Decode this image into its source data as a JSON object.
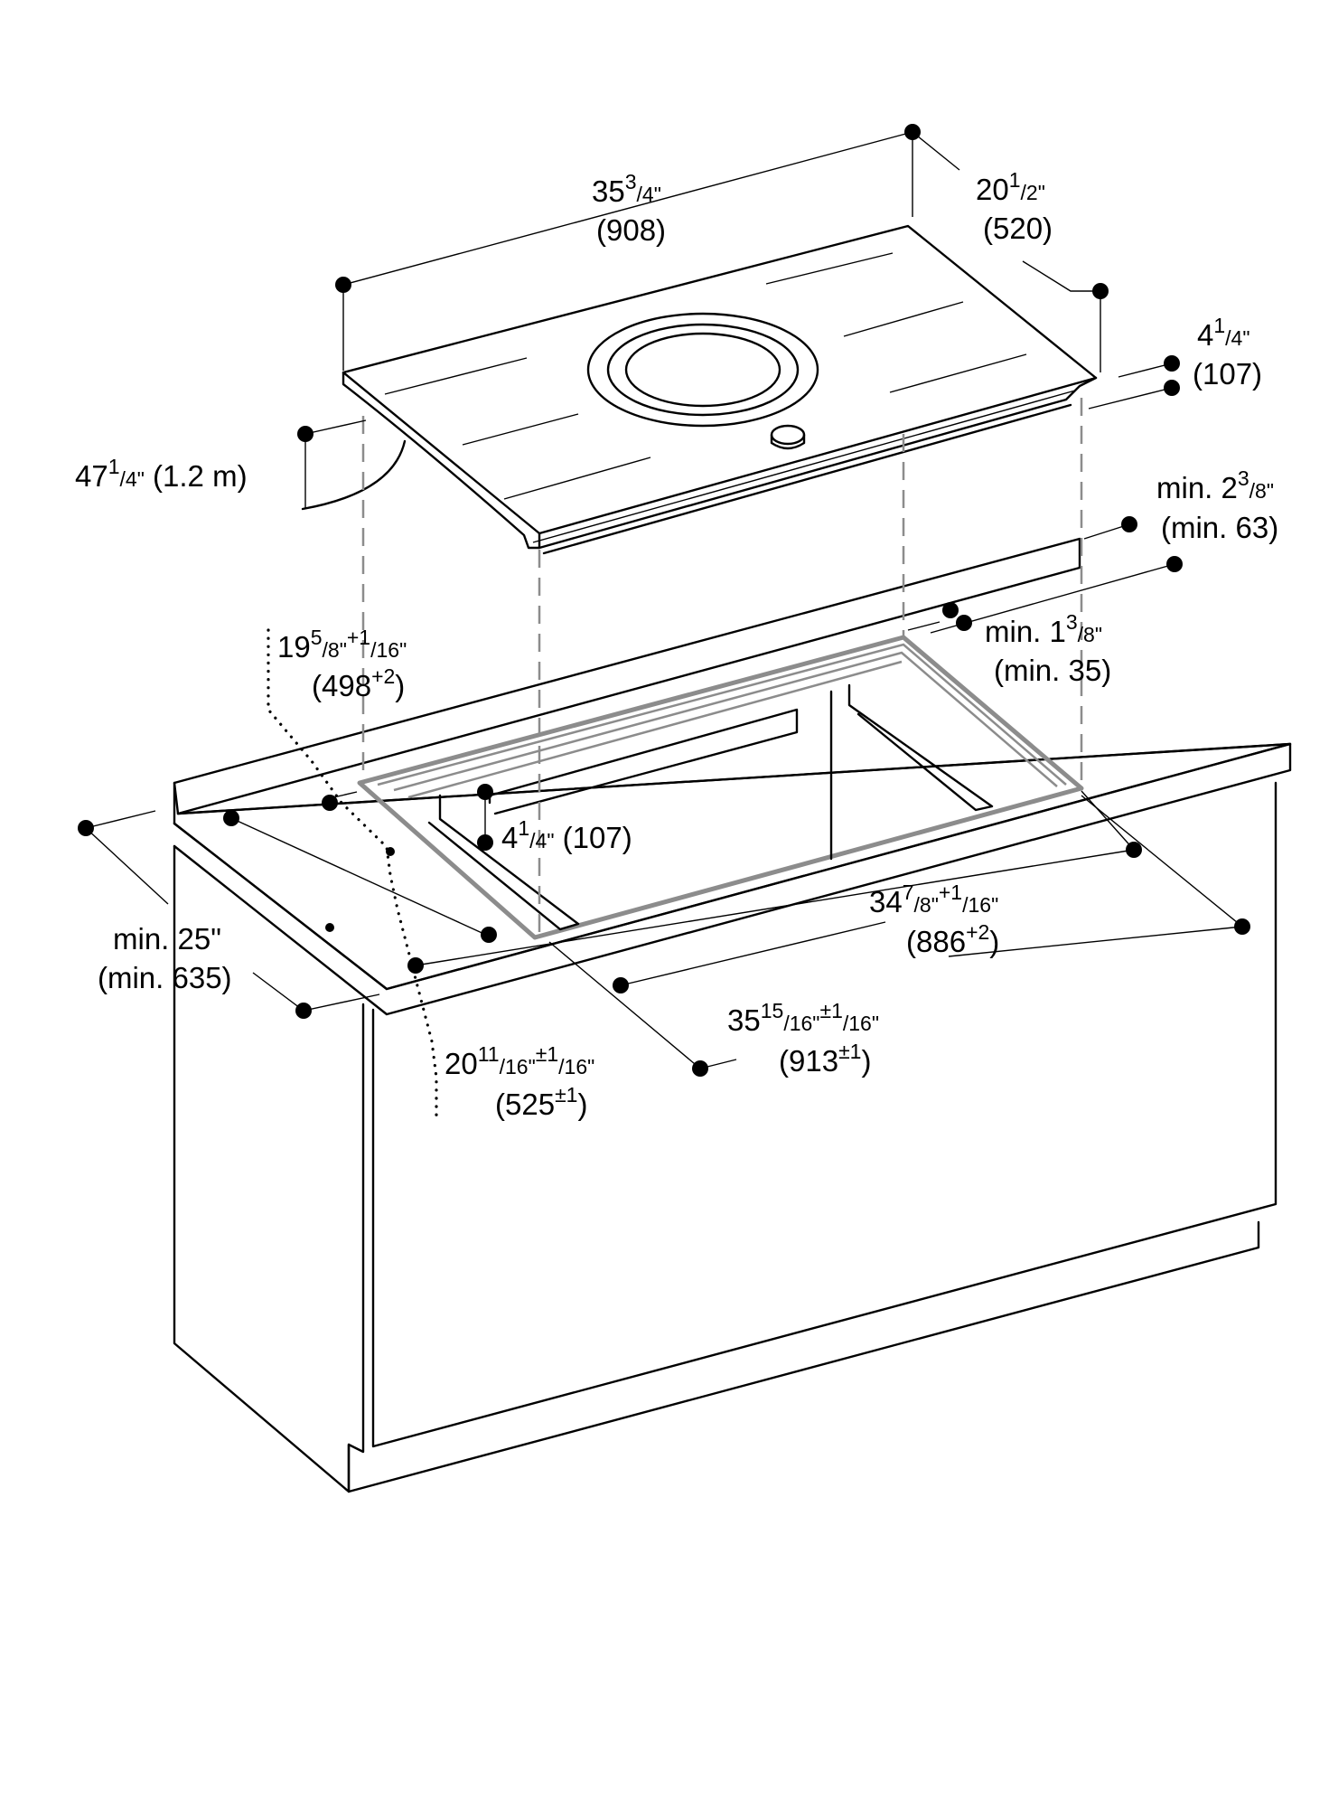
{
  "labels": {
    "top_width": {
      "main": "35",
      "sup": "3",
      "frac": "/4\"",
      "mm": "(908)"
    },
    "top_depth": {
      "main": "20",
      "sup": "1",
      "frac": "/2\"",
      "mm": "(520)"
    },
    "top_height": {
      "main": "4",
      "sup": "1",
      "frac": "/4\"",
      "mm": "(107)"
    },
    "cord_length": {
      "main": "47",
      "sup": "1",
      "frac": "/4\"",
      "tail": " (1.2 m)"
    },
    "back_clearance": {
      "pre": "min. 2",
      "sup": "3",
      "frac": "/8\"",
      "mm": "(min. 63)"
    },
    "cut_back_min": {
      "pre": "min. 1",
      "sup": "3",
      "frac": "/8\"",
      "mm": "(min. 35)"
    },
    "cut_depth": {
      "main": "19",
      "sup": "5",
      "frac": "/8\"",
      "sup2": "+1",
      "frac2": "/16\"",
      "mm": "(498",
      "mmsup": "+2",
      "mmend": ")"
    },
    "inner_height": {
      "main": "4",
      "sup": "1",
      "frac": "/4\"",
      "tail": " (107)"
    },
    "cut_width": {
      "main": "34",
      "sup": "7",
      "frac": "/8\"",
      "sup2": "+1",
      "frac2": "/16\"",
      "mm": "(886",
      "mmsup": "+2",
      "mmend": ")"
    },
    "counter_depth": {
      "line1": "min. 25\"",
      "line2": "(min. 635)"
    },
    "outer_depth": {
      "main": "20",
      "sup": "11",
      "frac": "/16\"",
      "sup2": "±1",
      "frac2": "/16\"",
      "mm": "(525",
      "mmsup": "±1",
      "mmend": ")"
    },
    "outer_width": {
      "main": "35",
      "sup": "15",
      "frac": "/16\"",
      "sup2": "±1",
      "frac2": "/16\"",
      "mm": "(913",
      "mmsup": "±1",
      "mmend": ")"
    }
  }
}
